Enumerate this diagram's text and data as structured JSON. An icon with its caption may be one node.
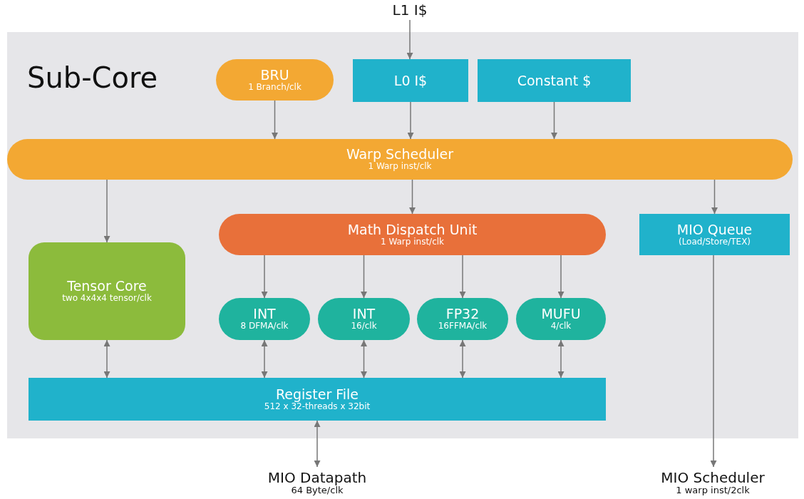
{
  "diagram": {
    "nodes": [
      {
        "text": [
          "Sub-Core"
        ]
      },
      {
        "text": [
          "L1 I$"
        ]
      },
      {
        "text": [
          "BRU",
          "1 Branch/clk"
        ],
        "in": 0
      },
      {
        "text": [
          "L0 I$"
        ],
        "in": 0
      },
      {
        "text": [
          "Constant $"
        ],
        "in": 0
      },
      {
        "text": [
          "Warp Scheduler",
          "1 Warp inst/clk"
        ],
        "in": 0
      },
      {
        "text": [
          "Math Dispatch Unit",
          "1 Warp inst/clk"
        ],
        "in": 0
      },
      {
        "text": [
          "MIO Queue",
          "(Load/Store/TEX)"
        ],
        "in": 0
      },
      {
        "text": [
          "Tensor Core",
          "two 4x4x4 tensor/clk"
        ],
        "in": 0
      },
      {
        "text": [
          "INT",
          "8 DFMA/clk"
        ],
        "in": 0
      },
      {
        "text": [
          "INT",
          "16/clk"
        ],
        "in": 0
      },
      {
        "text": [
          "FP32",
          "16FFMA/clk"
        ],
        "in": 0
      },
      {
        "text": [
          "MUFU",
          "4/clk"
        ],
        "in": 0
      },
      {
        "text": [
          "Register File",
          "512 x 32-threads x 32bit"
        ],
        "in": 0
      },
      {
        "text": [
          "MIO Datapath",
          "64 Byte/clk"
        ]
      },
      {
        "text": [
          "MIO Scheduler",
          "1 warp inst/2clk"
        ]
      }
    ],
    "edges": [
      {
        "from": 1,
        "to": 3,
        "arrow": "to"
      },
      {
        "from": 2,
        "to": 5,
        "arrow": "to"
      },
      {
        "from": 3,
        "to": 5,
        "arrow": "to"
      },
      {
        "from": 4,
        "to": 5,
        "arrow": "to"
      },
      {
        "from": 5,
        "to": 8,
        "arrow": "to"
      },
      {
        "from": 5,
        "to": 6,
        "arrow": "to"
      },
      {
        "from": 5,
        "to": 7,
        "arrow": "to"
      },
      {
        "from": 6,
        "to": 9,
        "arrow": "to"
      },
      {
        "from": 6,
        "to": 10,
        "arrow": "to"
      },
      {
        "from": 6,
        "to": 11,
        "arrow": "to"
      },
      {
        "from": 6,
        "to": 12,
        "arrow": "to"
      },
      {
        "from": 8,
        "to": 13,
        "arrow": "both"
      },
      {
        "from": 9,
        "to": 13,
        "arrow": "both"
      },
      {
        "from": 10,
        "to": 13,
        "arrow": "both"
      },
      {
        "from": 11,
        "to": 13,
        "arrow": "both"
      },
      {
        "from": 12,
        "to": 13,
        "arrow": "both"
      },
      {
        "from": 13,
        "to": 14,
        "arrow": "both"
      },
      {
        "from": 7,
        "to": 15,
        "arrow": "to"
      }
    ]
  }
}
